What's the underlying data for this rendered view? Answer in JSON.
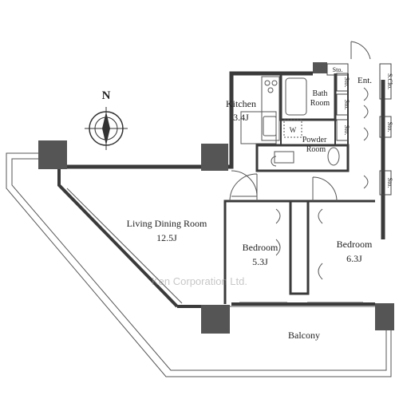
{
  "rooms": {
    "kitchen": {
      "name": "Kitchen",
      "size": "3.4J"
    },
    "bath": {
      "name_line1": "Bath",
      "name_line2": "Room"
    },
    "powder": {
      "name_line1": "Powder",
      "name_line2": "Room"
    },
    "washer_mark": "W",
    "entrance": "Ent.",
    "living": {
      "name": "Living Dining Room",
      "size": "12.5J"
    },
    "bedroom1": {
      "name": "Bedroom",
      "size": "5.3J"
    },
    "bedroom2": {
      "name": "Bedroom",
      "size": "6.3J"
    },
    "balcony": "Balcony"
  },
  "storage": {
    "sto": "Sto.",
    "shoe_closet": "S.Clo."
  },
  "compass": {
    "label": "N"
  },
  "watermark": "Ken Corporation Ltd.",
  "colors": {
    "wall": "#3a3a3a",
    "pillar": "#555555",
    "text": "#222222"
  }
}
